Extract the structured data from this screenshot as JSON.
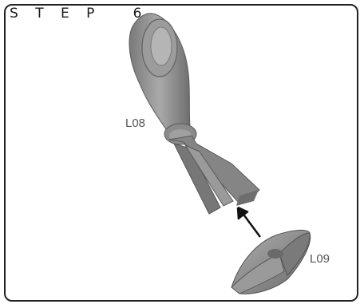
{
  "step": {
    "title": "S T E P   6"
  },
  "parts": [
    {
      "id": "L08",
      "label": "L08"
    },
    {
      "id": "L09",
      "label": "L09"
    }
  ],
  "colors": {
    "part_fill": "#8f8f8f",
    "part_shade": "#6c6c6c",
    "part_highlight": "#b8b8b8",
    "arrow": "#111111",
    "frame": "#222222",
    "label": "#555555"
  },
  "assembly_arrow": {
    "direction": "up-left",
    "from": "L09",
    "to": "L08"
  }
}
